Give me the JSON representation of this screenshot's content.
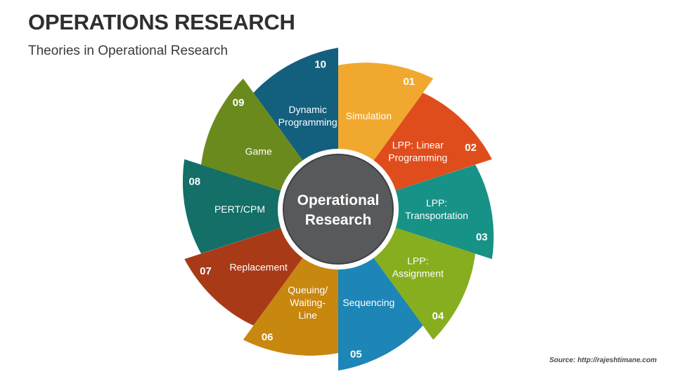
{
  "header": {
    "title": "OPERATIONS RESEARCH",
    "subtitle": "Theories in Operational Research"
  },
  "center": {
    "lines": [
      "Operational",
      "Research"
    ],
    "color": "#58595b"
  },
  "segments": [
    {
      "number": "01",
      "lines": [
        "Simulation"
      ],
      "color": "#f0a92e"
    },
    {
      "number": "02",
      "lines": [
        "LPP: Linear",
        "Programming"
      ],
      "color": "#e04d1c"
    },
    {
      "number": "03",
      "lines": [
        "LPP:",
        "Transportation"
      ],
      "color": "#179287"
    },
    {
      "number": "04",
      "lines": [
        "LPP:",
        "Assignment"
      ],
      "color": "#86ae1f"
    },
    {
      "number": "05",
      "lines": [
        "Sequencing"
      ],
      "color": "#1d86b6"
    },
    {
      "number": "06",
      "lines": [
        "Queuing/",
        "Waiting-",
        "Line"
      ],
      "color": "#c8870f"
    },
    {
      "number": "07",
      "lines": [
        "Replacement"
      ],
      "color": "#a83a18"
    },
    {
      "number": "08",
      "lines": [
        "PERT/CPM"
      ],
      "color": "#136f68"
    },
    {
      "number": "09",
      "lines": [
        "Game"
      ],
      "color": "#6b8a1e"
    },
    {
      "number": "10",
      "lines": [
        "Dynamic",
        "Programming"
      ],
      "color": "#135f7e"
    }
  ],
  "footer": {
    "source": "Source: http://rajeshtimane.com"
  }
}
